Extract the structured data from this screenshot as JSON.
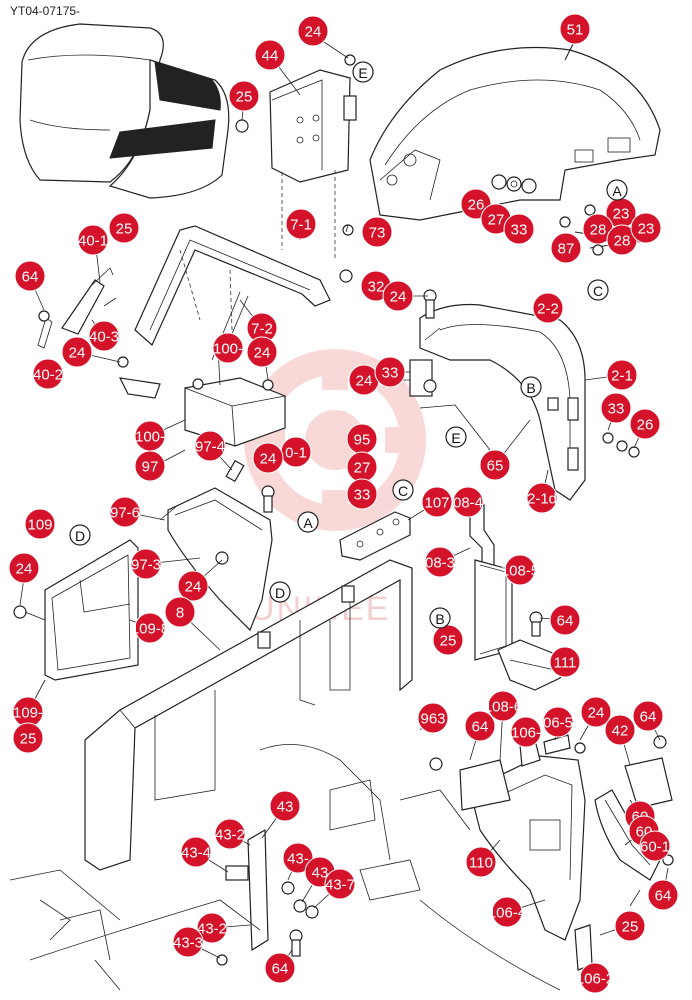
{
  "header": {
    "code": "YT04-07175-"
  },
  "watermark": {
    "text": "UNIHEE"
  },
  "callouts": [
    {
      "label": "24"
    },
    {
      "label": "44"
    },
    {
      "label": "25"
    },
    {
      "label": "51"
    },
    {
      "label": "7-1"
    },
    {
      "label": "40-1"
    },
    {
      "label": "25"
    },
    {
      "label": "73"
    },
    {
      "label": "26"
    },
    {
      "label": "27"
    },
    {
      "label": "33"
    },
    {
      "label": "23"
    },
    {
      "label": "28"
    },
    {
      "label": "28"
    },
    {
      "label": "23"
    },
    {
      "label": "87"
    },
    {
      "label": "64"
    },
    {
      "label": "32"
    },
    {
      "label": "24"
    },
    {
      "label": "2-2"
    },
    {
      "label": "40-3"
    },
    {
      "label": "7-2"
    },
    {
      "label": "24"
    },
    {
      "label": "100-"
    },
    {
      "label": "24"
    },
    {
      "label": "40-2"
    },
    {
      "label": "24"
    },
    {
      "label": "33"
    },
    {
      "label": "2-1"
    },
    {
      "label": "33"
    },
    {
      "label": "26"
    },
    {
      "label": "100-"
    },
    {
      "label": "97-4"
    },
    {
      "label": "0-1"
    },
    {
      "label": "95"
    },
    {
      "label": "97"
    },
    {
      "label": "24"
    },
    {
      "label": "27"
    },
    {
      "label": "65"
    },
    {
      "label": "33"
    },
    {
      "label": "107"
    },
    {
      "label": "08-4"
    },
    {
      "label": "2-1d"
    },
    {
      "label": "97-6"
    },
    {
      "label": "109"
    },
    {
      "label": "97-3"
    },
    {
      "label": "08-3"
    },
    {
      "label": "108-5"
    },
    {
      "label": "24"
    },
    {
      "label": "24"
    },
    {
      "label": "8"
    },
    {
      "label": "109-8"
    },
    {
      "label": "64"
    },
    {
      "label": "25"
    },
    {
      "label": "111"
    },
    {
      "label": "109-"
    },
    {
      "label": "25"
    },
    {
      "label": "963"
    },
    {
      "label": "64"
    },
    {
      "label": "108-6"
    },
    {
      "label": "106-"
    },
    {
      "label": "06-5"
    },
    {
      "label": "24"
    },
    {
      "label": "42"
    },
    {
      "label": "64"
    },
    {
      "label": "43"
    },
    {
      "label": "43-2"
    },
    {
      "label": "43-4"
    },
    {
      "label": "43-"
    },
    {
      "label": "43"
    },
    {
      "label": "43-7"
    },
    {
      "label": "60"
    },
    {
      "label": "60"
    },
    {
      "label": "60-1"
    },
    {
      "label": "110"
    },
    {
      "label": "64"
    },
    {
      "label": "106-4"
    },
    {
      "label": "43-2"
    },
    {
      "label": "43-3"
    },
    {
      "label": "25"
    },
    {
      "label": "64"
    },
    {
      "label": "106-2"
    }
  ],
  "reference_marks": [
    {
      "label": "E"
    },
    {
      "label": "A"
    },
    {
      "label": "C"
    },
    {
      "label": "B"
    },
    {
      "label": "E"
    },
    {
      "label": "C"
    },
    {
      "label": "A"
    },
    {
      "label": "D"
    },
    {
      "label": "D"
    },
    {
      "label": "B"
    }
  ]
}
